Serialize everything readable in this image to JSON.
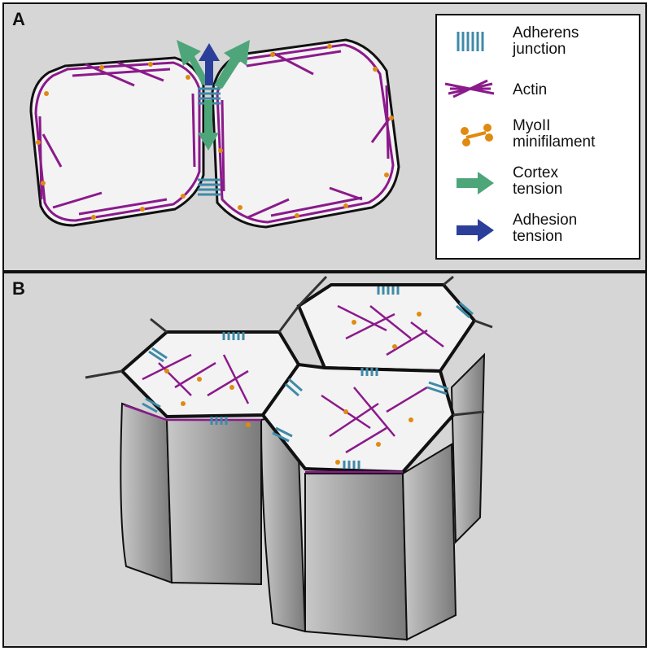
{
  "panels": {
    "a": {
      "label": "A"
    },
    "b": {
      "label": "B"
    }
  },
  "legend": {
    "items": [
      {
        "name": "adherens-junction",
        "line1": "Adherens",
        "line2": "junction"
      },
      {
        "name": "actin",
        "line1": "Actin",
        "line2": ""
      },
      {
        "name": "myoii-minifilament",
        "line1": "MyoII",
        "line2": "minifilament"
      },
      {
        "name": "cortex-tension",
        "line1": "Cortex",
        "line2": "tension"
      },
      {
        "name": "adhesion-tension",
        "line1": "Adhesion",
        "line2": "tension"
      }
    ]
  },
  "colors": {
    "background": "#d6d6d6",
    "actin": "#8b1a8b",
    "myosin": "#e08a10",
    "junction": "#3f8aa8",
    "cortex_tension": "#4fa57a",
    "adhesion_tension": "#2b3f9a",
    "cell_fill": "#f3f3f3",
    "cell_side": "#9a9a9a"
  }
}
